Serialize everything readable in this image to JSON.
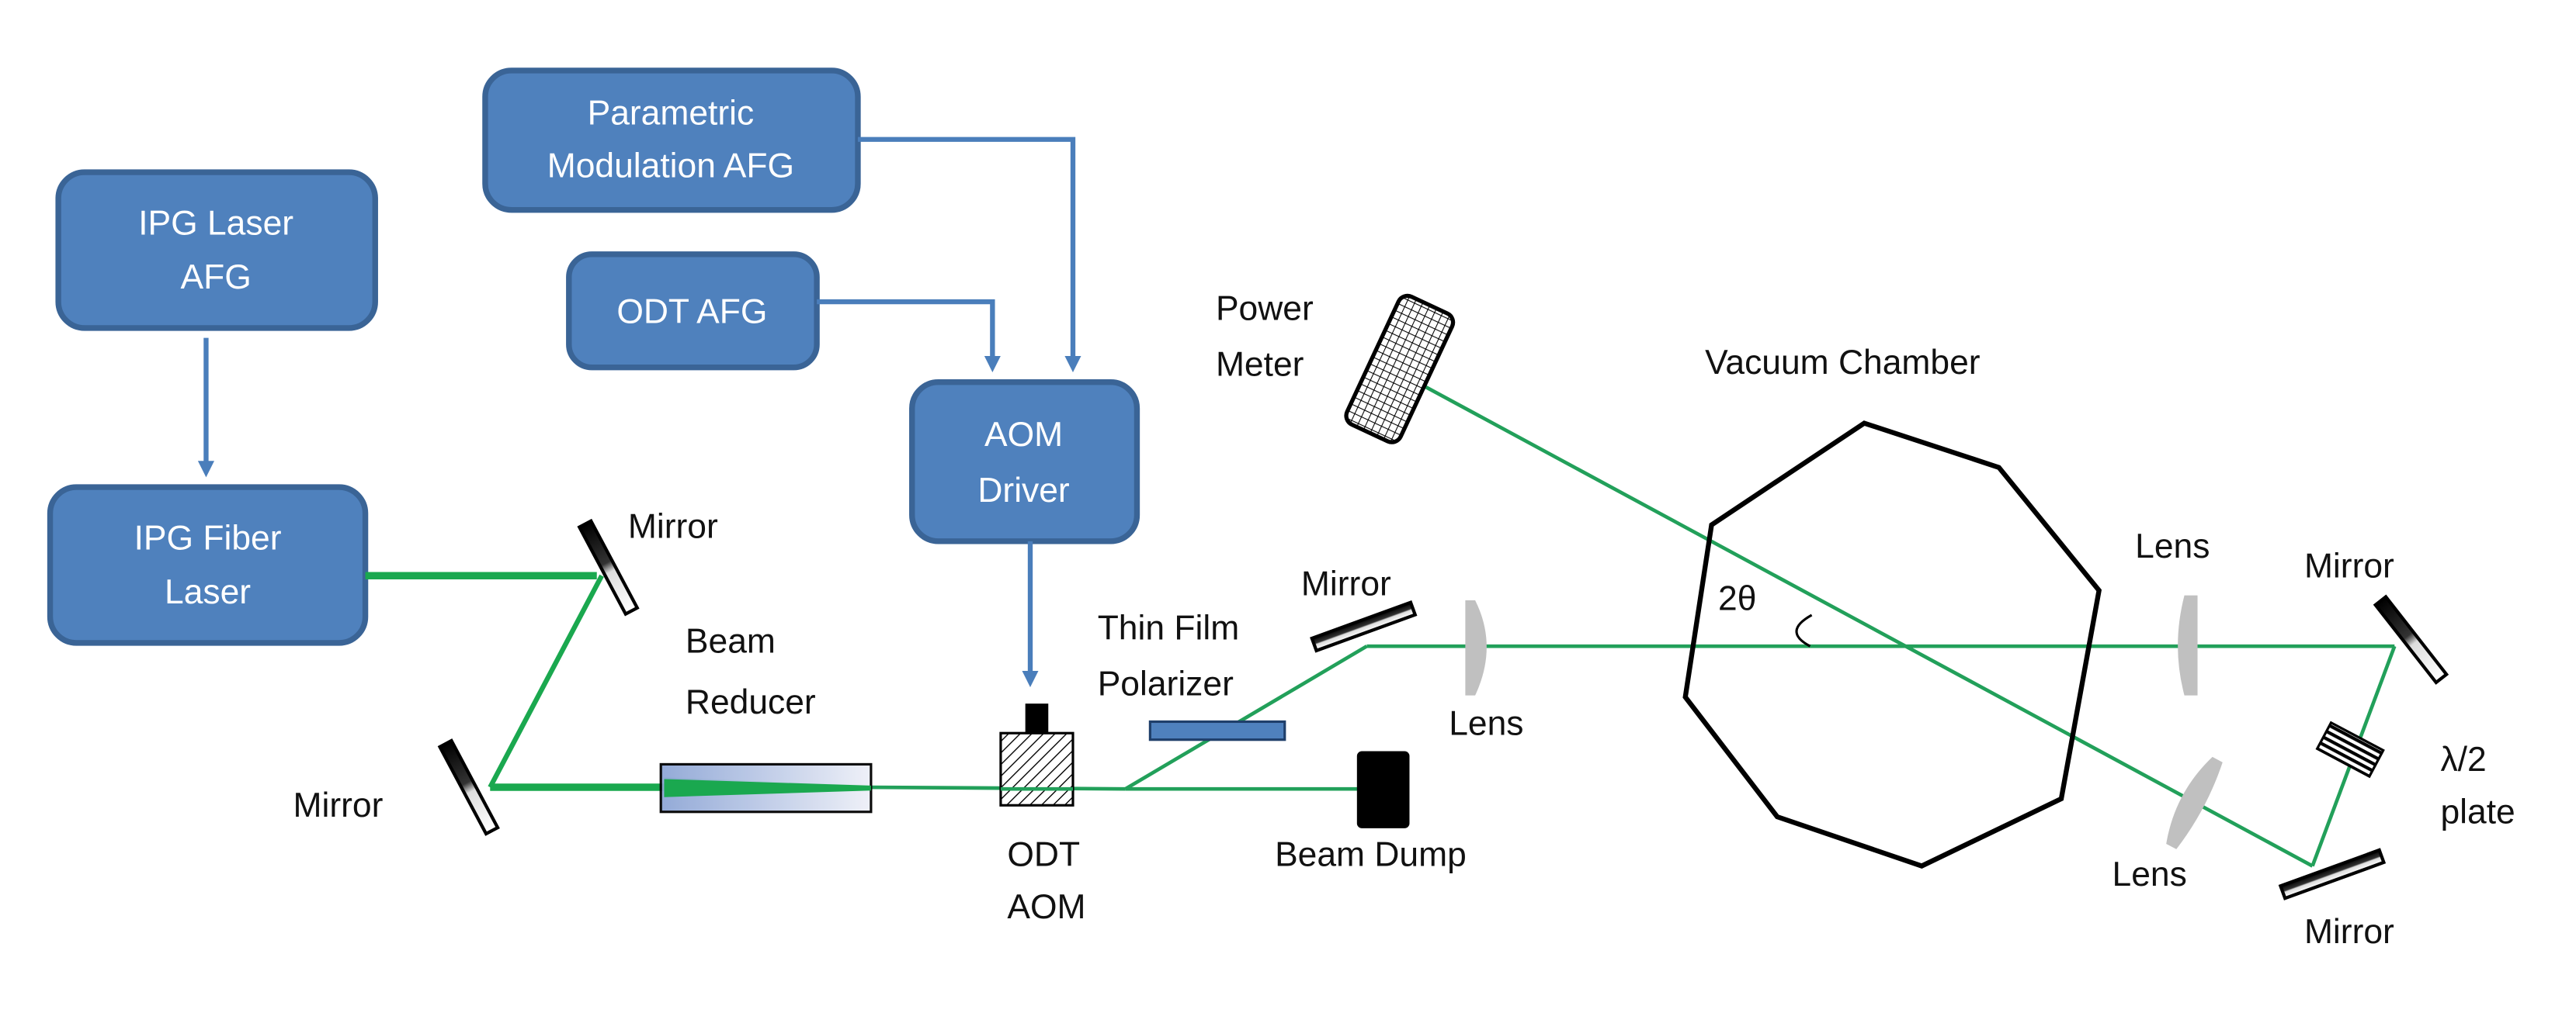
{
  "diagram": {
    "title": "Optical dipole trap setup",
    "colors": {
      "box_fill": "#4f81bd",
      "box_stroke": "#3a6496",
      "arrow": "#4a7ebb",
      "beam": "#1aa84f",
      "lens": "#c0c0c0",
      "polarizer": "#4f81bd",
      "beam_dump": "#000000",
      "chamber": "#000000"
    },
    "boxes": {
      "ipg_laser_afg": [
        "IPG Laser",
        "AFG"
      ],
      "parametric_afg": [
        "Parametric",
        "Modulation AFG"
      ],
      "odt_afg": [
        "ODT AFG"
      ],
      "aom_driver": [
        "AOM",
        "Driver"
      ],
      "ipg_fiber_laser": [
        "IPG Fiber",
        "Laser"
      ]
    },
    "labels": {
      "mirror_1": "Mirror",
      "mirror_2": "Mirror",
      "mirror_3": "Mirror",
      "mirror_4": "Mirror",
      "mirror_5": "Mirror",
      "beam_reducer": [
        "Beam",
        "Reducer"
      ],
      "odt_aom": [
        "ODT",
        "AOM"
      ],
      "thin_film_polarizer": [
        "Thin Film",
        "Polarizer"
      ],
      "beam_dump": "Beam Dump",
      "power_meter": [
        "Power",
        "Meter"
      ],
      "vacuum_chamber": "Vacuum Chamber",
      "angle": "2θ",
      "lens_1": "Lens",
      "lens_2": "Lens",
      "lens_3": "Lens",
      "half_wave_plate": [
        "λ/2",
        "plate"
      ]
    }
  }
}
